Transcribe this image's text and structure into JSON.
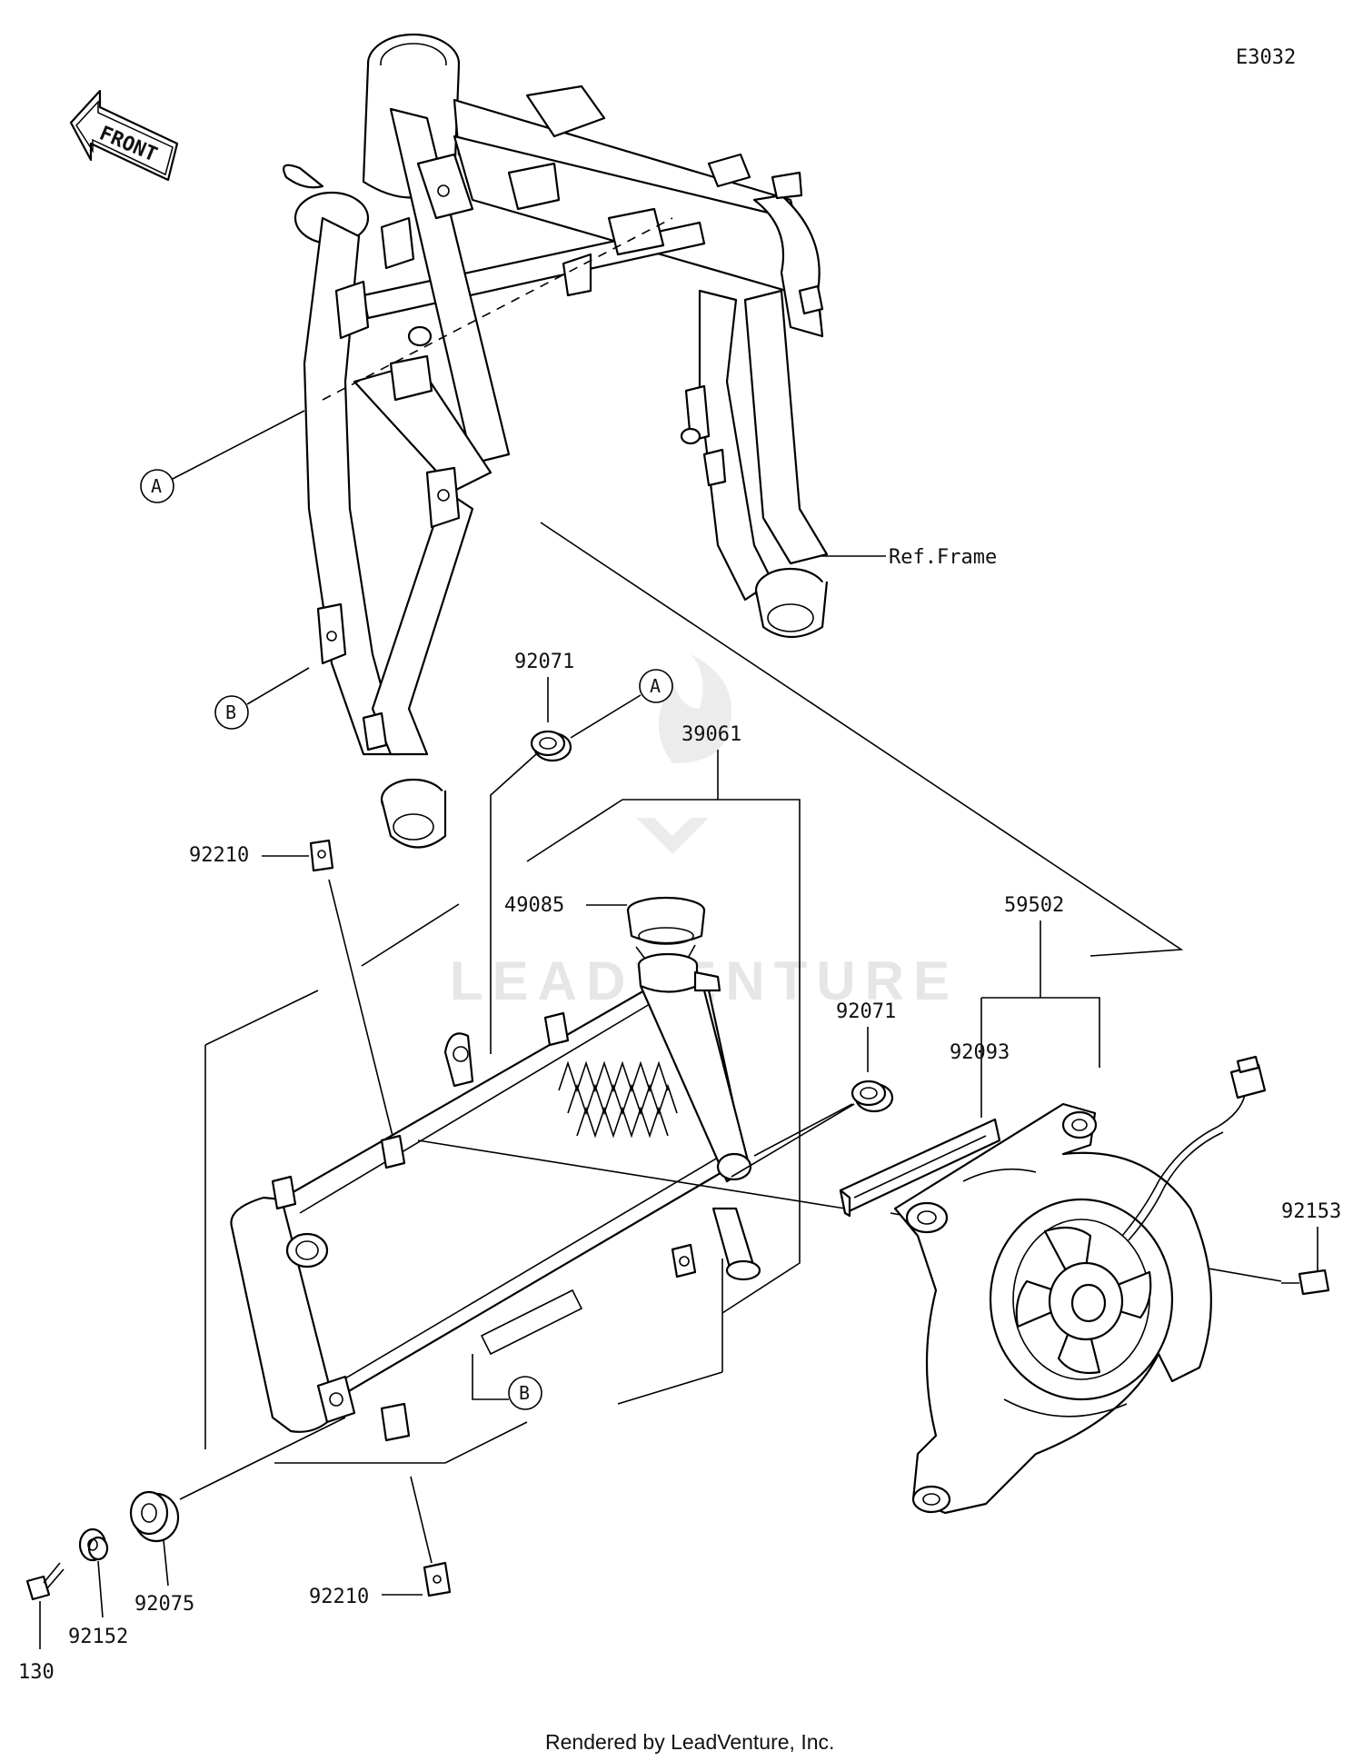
{
  "diagram_code": "E3032",
  "front_label": "FRONT",
  "ref_frame": "Ref.Frame",
  "callouts": {
    "a": "A",
    "b": "B"
  },
  "parts": {
    "p92071_top": "92071",
    "p39061": "39061",
    "p92210_top": "92210",
    "p49085": "49085",
    "p59502": "59502",
    "p92071_mid": "92071",
    "p92093": "92093",
    "p92153": "92153",
    "p92075": "92075",
    "p92152": "92152",
    "p130": "130",
    "p92210_bottom": "92210"
  },
  "watermark": "LEADVENTURE",
  "footer": "Rendered by LeadVenture, Inc."
}
